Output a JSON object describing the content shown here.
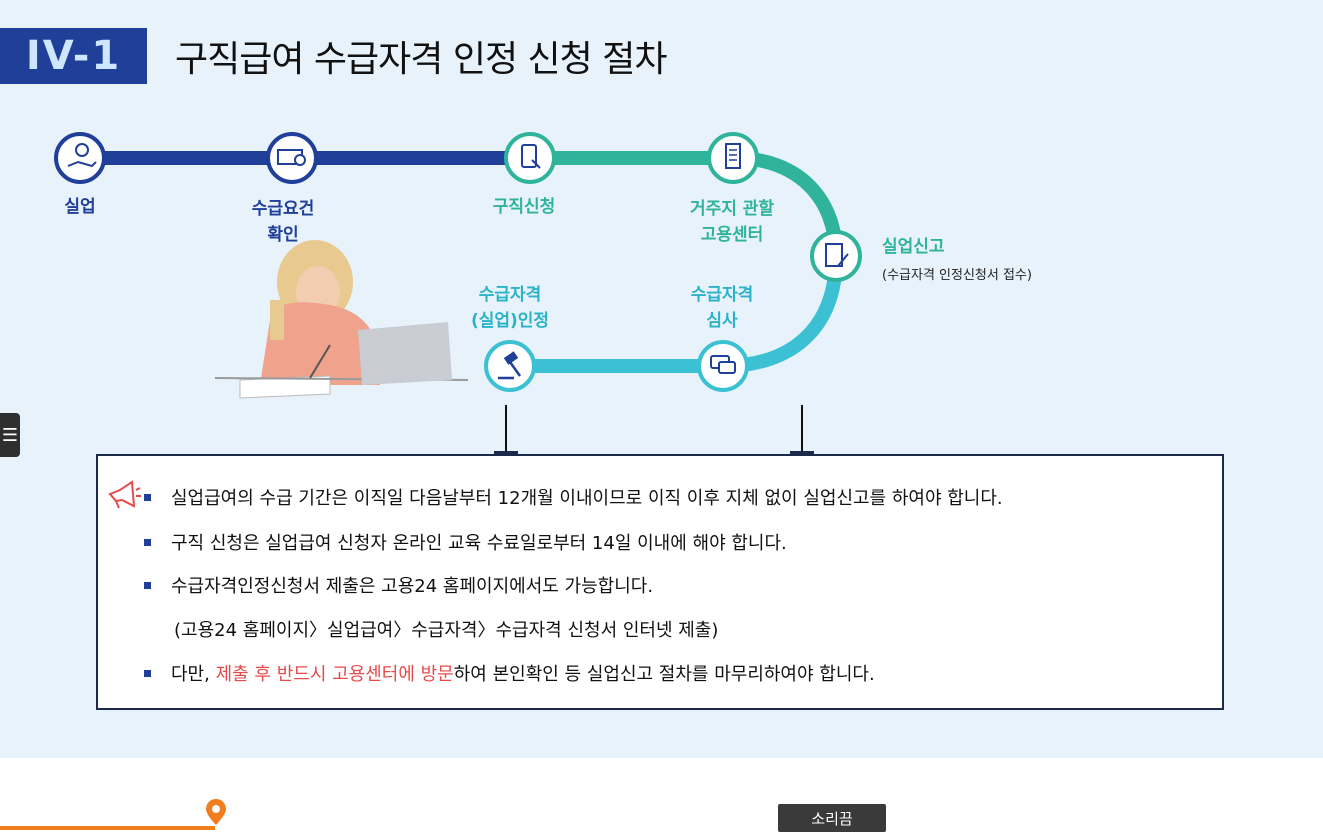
{
  "header": {
    "badge": "IV-1",
    "title": "구직급여 수급자격 인정 신청 절차"
  },
  "colors": {
    "navy": "#1f3f99",
    "teal": "#2fb39b",
    "cyan": "#3cc0d4",
    "highlight": "#e84a4a",
    "accent_orange": "#f07d1e"
  },
  "flow": {
    "steps": [
      {
        "label": "실업",
        "icon": "hand-coin-icon"
      },
      {
        "label": "수급요건\n확인",
        "icon": "magnifier-card-icon"
      },
      {
        "label": "구직신청",
        "icon": "tablet-touch-icon"
      },
      {
        "label": "거주지 관할\n고용센터",
        "icon": "building-icon"
      },
      {
        "label": "실업신고",
        "sublabel": "(수급자격 인정신청서 접수)",
        "icon": "document-pen-icon"
      },
      {
        "label": "수급자격\n심사",
        "icon": "chat-bubbles-icon"
      },
      {
        "label": "수급자격\n(실업)인정",
        "icon": "gavel-icon"
      }
    ]
  },
  "side_tab": {
    "icon": "menu-lines-icon"
  },
  "info": {
    "bullets": [
      {
        "text": "실업급여의 수급 기간은 이직일 다음날부터 12개월 이내이므로 이직 이후 지체 없이 실업신고를 하여야 합니다."
      },
      {
        "text": "구직 신청은 실업급여 신청자 온라인 교육 수료일로부터 14일 이내에 해야 합니다."
      },
      {
        "text": "수급자격인정신청서 제출은 고용24 홈페이지에서도 가능합니다."
      },
      {
        "text": "(고용24 홈페이지〉실업급여〉수급자격〉수급자격 신청서 인터넷 제출)"
      },
      {
        "pre": "다만, ",
        "highlight": "제출 후 반드시 고용센터에 방문",
        "post": "하여 본인확인 등 실업신고 절차를 마무리하여야 합니다."
      }
    ]
  },
  "player": {
    "mute_label": "소리끔",
    "pin_icon": "location-pin-icon"
  }
}
